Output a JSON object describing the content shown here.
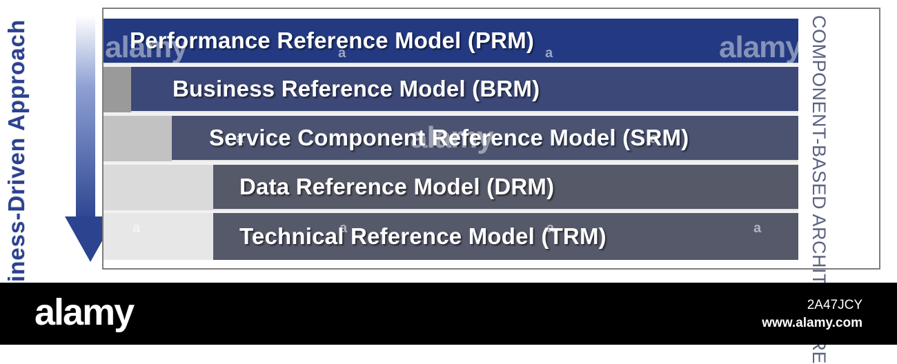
{
  "diagram": {
    "left_axis_label": "Business-Driven Approach",
    "right_axis_label": "COMPONENT-BASED ARCHITECTURE",
    "layers": [
      {
        "label": "Performance Reference Model (PRM)",
        "color": "#233a82"
      },
      {
        "label": "Business Reference Model (BRM)",
        "color": "#3c4877"
      },
      {
        "label": "Service Component Reference Model (SRM)",
        "color": "#4b5371"
      },
      {
        "label": "Data Reference Model (DRM)",
        "color": "#565968"
      },
      {
        "label": "Technical Reference Model (TRM)",
        "color": "#56596a"
      }
    ],
    "arrow_color": "#2c4490"
  },
  "watermark": {
    "text": "alamy",
    "small_text": "a"
  },
  "footer": {
    "logo": "alamy",
    "image_id": "2A47JCY",
    "site": "www.alamy.com"
  }
}
